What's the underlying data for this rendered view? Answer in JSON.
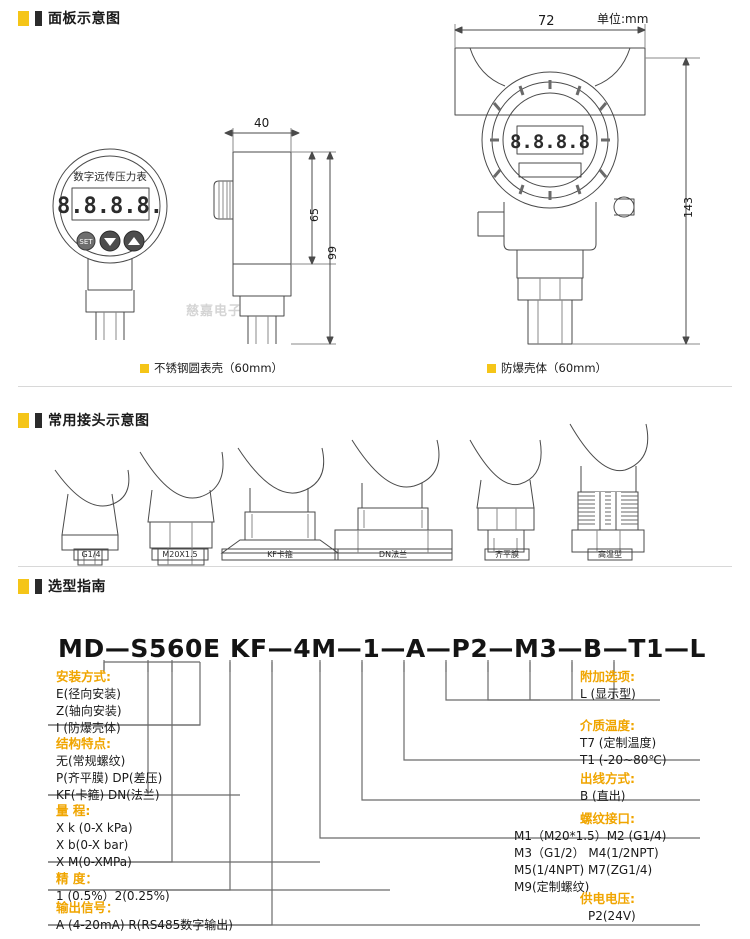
{
  "sections": {
    "panel": {
      "title": "面板示意图"
    },
    "connector": {
      "title": "常用接头示意图"
    },
    "selection": {
      "title": "选型指南"
    }
  },
  "panel_diagram": {
    "unit_note": "单位:mm",
    "gauge_label": "数字远传压力表",
    "display_value": "8.8.8.8.",
    "buttons": {
      "set": "SET",
      "down": "▼",
      "up": "▲"
    },
    "dimensions": {
      "side_width": "40",
      "body_height": "65",
      "total_height": "99",
      "exp_width": "72",
      "exp_height": "143"
    },
    "captions": {
      "left": "不锈钢圆表壳（60mm）",
      "right": "防爆壳体（60mm）"
    },
    "watermark": "慈嘉电子"
  },
  "connectors": [
    {
      "label": "G1/4"
    },
    {
      "label": "M20X1.5"
    },
    {
      "label": "KF卡箍"
    },
    {
      "label": "DN法兰"
    },
    {
      "label": "齐平膜"
    },
    {
      "label": "高温型"
    }
  ],
  "selection_guide": {
    "model_code": "MD—S560E KF—4M—1—A—P2—M3—B—T1—L",
    "left_groups": [
      {
        "title": "安装方式:",
        "lines": [
          "E(径向安装)",
          "Z(轴向安装)",
          "I (防爆壳体)"
        ]
      },
      {
        "title": "结构特点:",
        "lines": [
          "无(常规螺纹)",
          "P(齐平膜)  DP(差压)",
          "KF(卡箍)    DN(法兰)"
        ]
      },
      {
        "title": "量    程:",
        "lines": [
          "X  k (0-X kPa)",
          "X  b(0-X bar)",
          "X  M(0-XMPa)"
        ]
      },
      {
        "title": "精    度：",
        "lines": [
          "1 (0.5%）2(0.25%)"
        ]
      },
      {
        "title": "输出信号：",
        "lines": [
          "A (4-20mA)  R(RS485数字输出)"
        ]
      }
    ],
    "right_groups": [
      {
        "title": "附加选项:",
        "lines": [
          "L (显示型)"
        ]
      },
      {
        "title": "介质温度:",
        "lines": [
          "T7   (定制温度)",
          "T1   (-20~80℃)"
        ]
      },
      {
        "title": "出线方式:",
        "lines": [
          "B (直出)"
        ]
      },
      {
        "title": "螺纹接口:",
        "lines": [
          "M1（M20*1.5）M2 (G1/4)",
          "M3（G1/2）      M4(1/2NPT)",
          "M5(1/4NPT)      M7(ZG1/4)",
          "M9(定制螺纹)"
        ]
      },
      {
        "title": "供电电压:",
        "lines": [
          "P2(24V)"
        ]
      }
    ]
  },
  "colors": {
    "accent_yellow": "#f5c518",
    "title_orange": "#f0a500",
    "line_gray": "#555555",
    "text_dark": "#1a1a1a"
  }
}
